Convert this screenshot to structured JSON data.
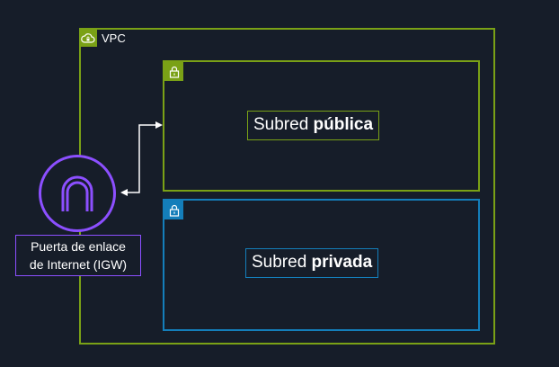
{
  "vpc": {
    "label": "VPC",
    "icon": "cloud-lock-icon",
    "color": "#7aa116"
  },
  "subnets": {
    "public": {
      "title_prefix": "Subred ",
      "title_bold": "pública",
      "icon": "lock-icon",
      "color": "#7aa116"
    },
    "private": {
      "title_prefix": "Subred ",
      "title_bold": "privada",
      "icon": "lock-icon",
      "color": "#147eba"
    }
  },
  "igw": {
    "label_line1": "Puerta de enlace",
    "label_line2": "de Internet (IGW)",
    "icon": "internet-gateway-icon",
    "color": "#8c4fff"
  },
  "connector": {
    "type": "double-arrow",
    "from": "igw",
    "to": "subnets.public",
    "color": "#ffffff"
  }
}
